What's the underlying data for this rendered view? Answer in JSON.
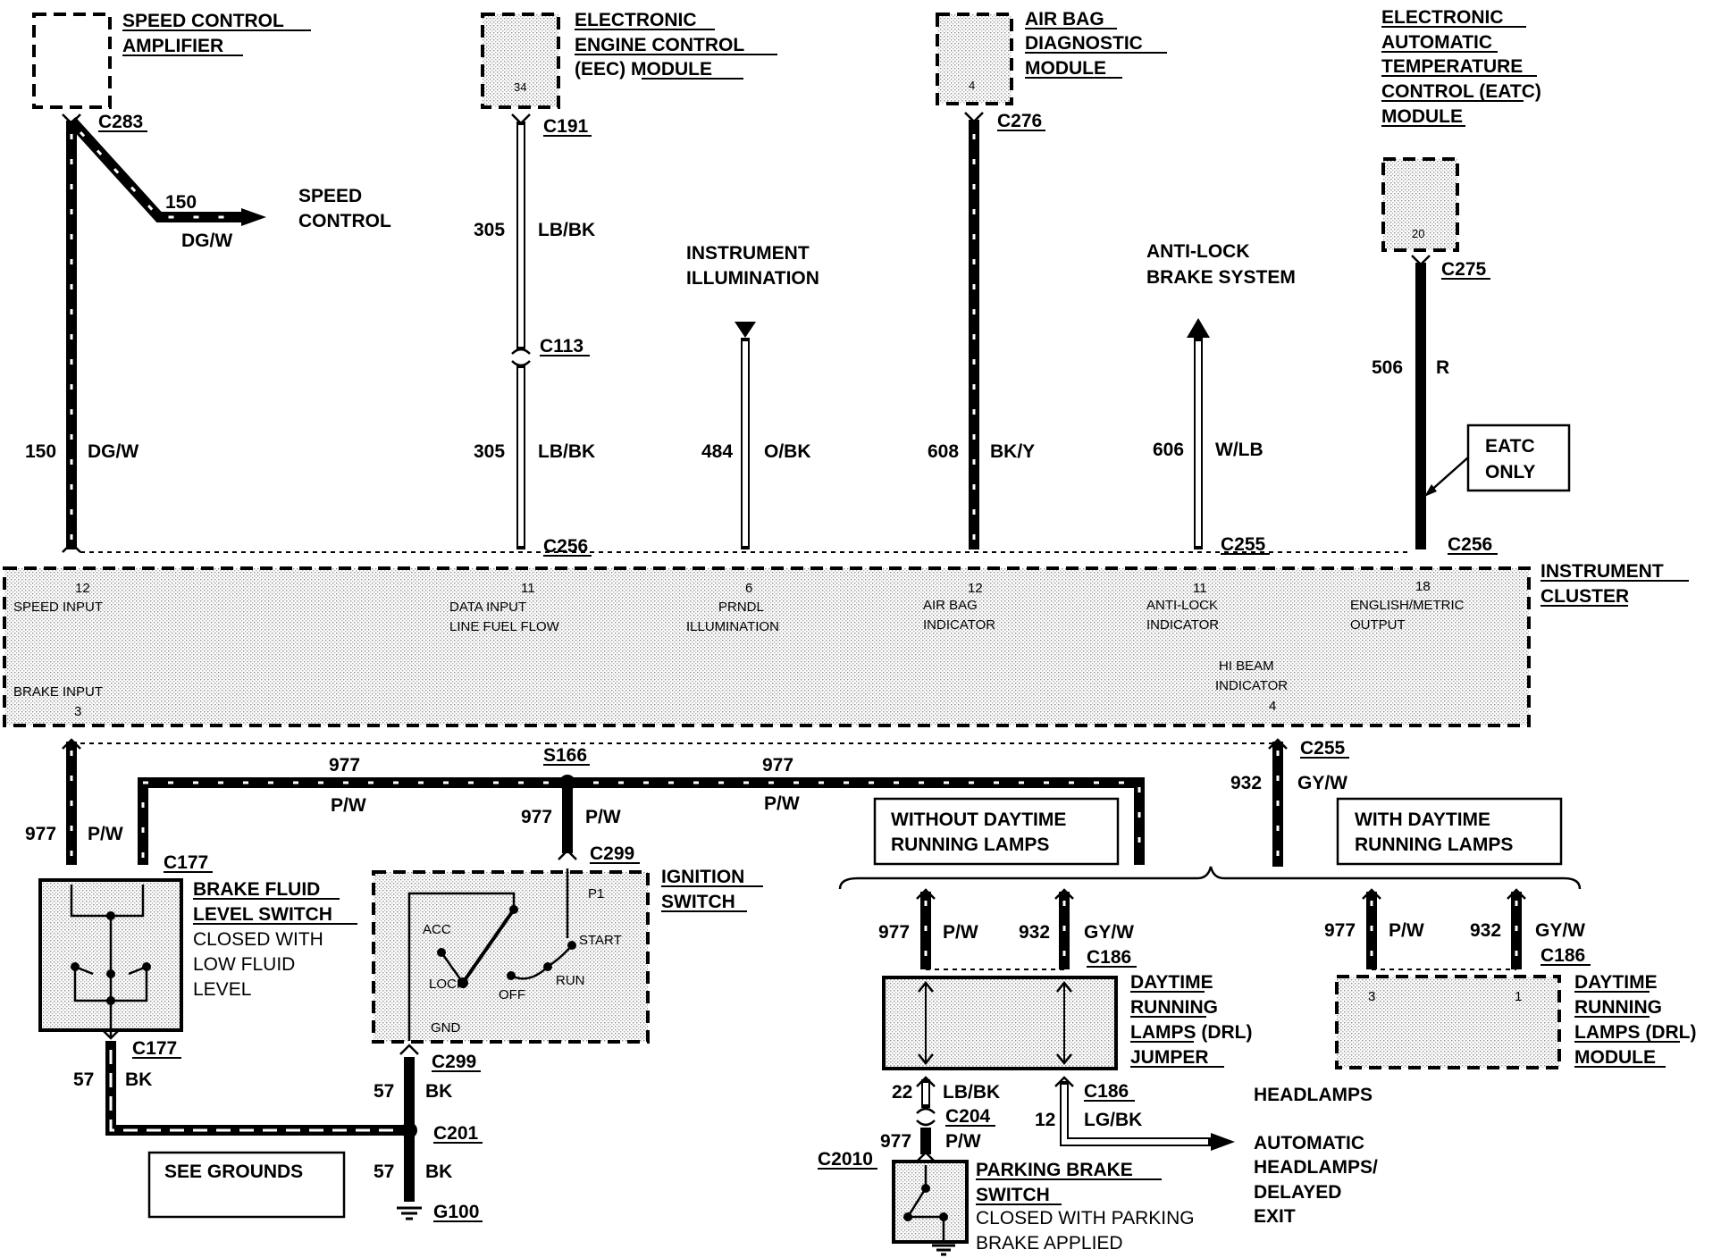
{
  "components": {
    "speed_control_amplifier": [
      "SPEED CONTROL",
      "AMPLIFIER"
    ],
    "eec_module": [
      "ELECTRONIC",
      "ENGINE CONTROL",
      "(EEC) MODULE"
    ],
    "eec_pin": "34",
    "air_bag_module": [
      "AIR BAG",
      "DIAGNOSTIC",
      "MODULE"
    ],
    "air_bag_pin": "4",
    "eatc_module": [
      "ELECTRONIC",
      "AUTOMATIC",
      "TEMPERATURE",
      "CONTROL (EATC)",
      "MODULE"
    ],
    "eatc_pin": "20",
    "instrument_cluster": [
      "INSTRUMENT",
      "CLUSTER"
    ],
    "brake_fluid_switch": [
      "BRAKE FLUID",
      "LEVEL SWITCH"
    ],
    "brake_fluid_note": [
      "CLOSED WITH",
      "LOW FLUID",
      "LEVEL"
    ],
    "ignition_switch": [
      "IGNITION",
      "SWITCH"
    ],
    "drl_jumper": [
      "DAYTIME",
      "RUNNING",
      "LAMPS (DRL)",
      "JUMPER"
    ],
    "drl_module": [
      "DAYTIME",
      "RUNNING",
      "LAMPS (DRL)",
      "MODULE"
    ],
    "parking_brake_switch": [
      "PARKING BRAKE",
      "SWITCH"
    ],
    "parking_brake_note": [
      "CLOSED WITH PARKING",
      "BRAKE APPLIED"
    ]
  },
  "destinations": {
    "speed_control": [
      "SPEED",
      "CONTROL"
    ],
    "instrument_illumination": [
      "INSTRUMENT",
      "ILLUMINATION"
    ],
    "anti_lock": [
      "ANTI-LOCK",
      "BRAKE SYSTEM"
    ],
    "headlamps": "HEADLAMPS",
    "auto_headlamps": [
      "AUTOMATIC",
      "HEADLAMPS/",
      "DELAYED",
      "EXIT"
    ]
  },
  "notes": {
    "eatc_only": [
      "EATC",
      "ONLY"
    ],
    "without_drl": [
      "WITHOUT DAYTIME",
      "RUNNING LAMPS"
    ],
    "with_drl": [
      "WITH DAYTIME",
      "RUNNING LAMPS"
    ],
    "see_grounds": "SEE GROUNDS"
  },
  "connectors": {
    "c283": "C283",
    "c191": "C191",
    "c113": "C113",
    "c276": "C276",
    "c275": "C275",
    "c256a": "C256",
    "c255a": "C255",
    "c256b": "C256",
    "c255b": "C255",
    "s166": "S166",
    "c177a": "C177",
    "c299a": "C299",
    "c177b": "C177",
    "c299b": "C299",
    "c201": "C201",
    "g100": "G100",
    "c186a": "C186",
    "c186b": "C186",
    "c186c": "C186",
    "c204": "C204",
    "c2010": "C2010"
  },
  "wires": {
    "w150a_num": "150",
    "w150a_col": "DG/W",
    "w150b_num": "150",
    "w150b_col": "DG/W",
    "w305a_num": "305",
    "w305a_col": "LB/BK",
    "w305b_num": "305",
    "w305b_col": "LB/BK",
    "w484_num": "484",
    "w484_col": "O/BK",
    "w608_num": "608",
    "w608_col": "BK/Y",
    "w606_num": "606",
    "w606_col": "W/LB",
    "w506_num": "506",
    "w506_col": "R",
    "w977a_num": "977",
    "w977a_col": "P/W",
    "w977b_num": "977",
    "w977b_col": "P/W",
    "w977c_num": "977",
    "w977c_col": "P/W",
    "w977d_num": "977",
    "w977d_col": "P/W",
    "w932a_num": "932",
    "w932a_col": "GY/W",
    "w977e_num": "977",
    "w977e_col": "P/W",
    "w932b_num": "932",
    "w932b_col": "GY/W",
    "w977f_num": "977",
    "w977f_col": "P/W",
    "w932c_num": "932",
    "w932c_col": "GY/W",
    "w57a_num": "57",
    "w57a_col": "BK",
    "w57b_num": "57",
    "w57b_col": "BK",
    "w57c_num": "57",
    "w57c_col": "BK",
    "w22_num": "22",
    "w22_col": "LB/BK",
    "w12_num": "12",
    "w12_col": "LG/BK",
    "w977g_num": "977",
    "w977g_col": "P/W"
  },
  "cluster_pins": {
    "p1_num": "12",
    "p1_name": [
      "SPEED INPUT"
    ],
    "p2_num": "11",
    "p2_name": [
      "DATA INPUT",
      "LINE FUEL FLOW"
    ],
    "p3_num": "6",
    "p3_name": [
      "PRNDL",
      "ILLUMINATION"
    ],
    "p4_num": "12",
    "p4_name": [
      "AIR BAG",
      "INDICATOR"
    ],
    "p5_num": "11",
    "p5_name": [
      "ANTI-LOCK",
      "INDICATOR"
    ],
    "p6_num": "18",
    "p6_name": [
      "ENGLISH/METRIC",
      "OUTPUT"
    ],
    "p7_num": "3",
    "p7_name": [
      "BRAKE INPUT"
    ],
    "p8_num": "4",
    "p8_name": [
      "HI BEAM",
      "INDICATOR"
    ]
  },
  "ignition_positions": {
    "acc": "ACC",
    "lock": "LOCK",
    "off": "OFF",
    "run": "RUN",
    "start": "START",
    "p1": "P1",
    "gnd": "GND"
  },
  "drl_module_pins": {
    "left": "3",
    "right": "1"
  }
}
